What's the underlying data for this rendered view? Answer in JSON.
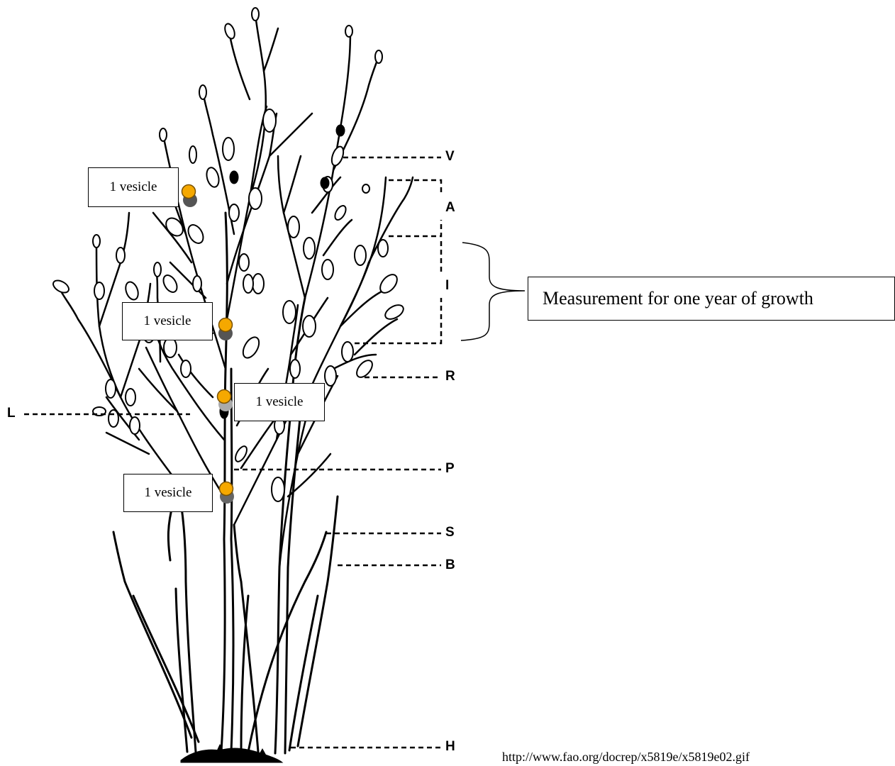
{
  "callouts": [
    {
      "label": "1 vesicle"
    },
    {
      "label": "1 vesicle"
    },
    {
      "label": "1 vesicle"
    },
    {
      "label": "1 vesicle"
    }
  ],
  "measurement": {
    "label": "Measurement for one year of growth"
  },
  "part_labels": {
    "v": "V",
    "a": "A",
    "i": "I",
    "r": "R",
    "l": "L",
    "p": "P",
    "s": "S",
    "b": "B",
    "h": "H"
  },
  "source": {
    "url": "http://www.fao.org/docrep/x5819e/x5819e02.gif"
  },
  "colors": {
    "vesicle_fill": "#f5a800",
    "vesicle_stroke": "#7a5200",
    "line": "#000000"
  }
}
